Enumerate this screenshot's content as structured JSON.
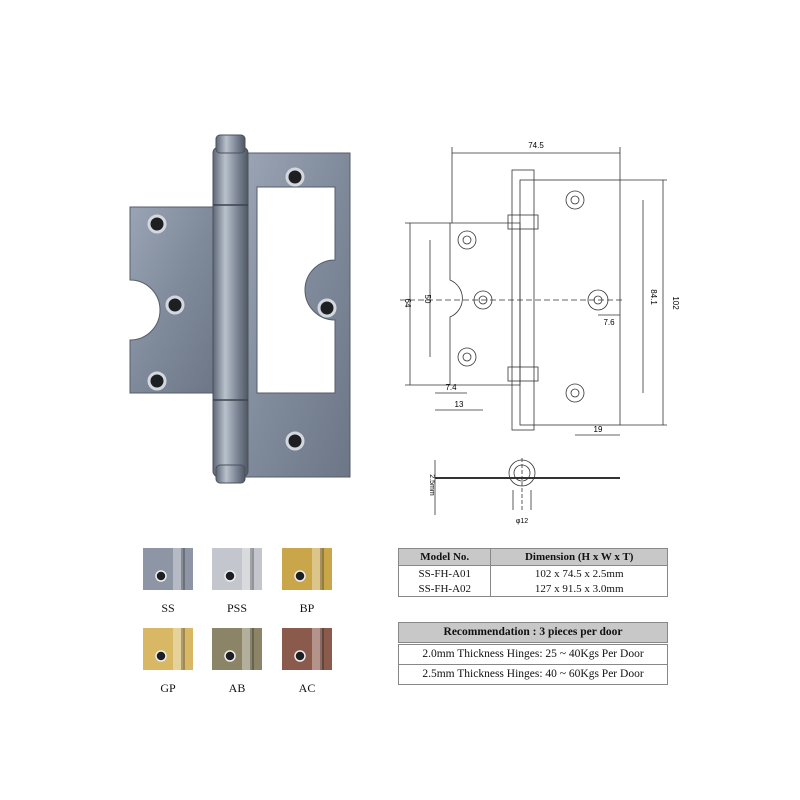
{
  "drawing": {
    "dim_width": "74.5",
    "dim_height_outer": "102",
    "dim_height_inner": "84.1",
    "dim_left_height": "64",
    "dim_left_inner": "50",
    "dim_7_6": "7.6",
    "dim_7_4": "7.4",
    "dim_13": "13",
    "dim_19": "19",
    "dim_thickness": "2.5mm",
    "dim_pin": "φ12"
  },
  "finishes": [
    {
      "code": "SS",
      "color": "#8e96a6"
    },
    {
      "code": "PSS",
      "color": "#c3c6cc"
    },
    {
      "code": "BP",
      "color": "#c9a64a"
    },
    {
      "code": "GP",
      "color": "#d8b865"
    },
    {
      "code": "AB",
      "color": "#8c8466"
    },
    {
      "code": "AC",
      "color": "#8a5a4c"
    }
  ],
  "specs": {
    "headers": [
      "Model No.",
      "Dimension (H x W x T)"
    ],
    "rows": [
      [
        "SS-FH-A01",
        "102 x 74.5 x 2.5mm"
      ],
      [
        "SS-FH-A02",
        "127 x 91.5 x 3.0mm"
      ]
    ]
  },
  "recommendation": {
    "title": "Recommendation : 3 pieces per door",
    "lines": [
      "2.0mm Thickness Hinges: 25 ~ 40Kgs Per Door",
      "2.5mm Thickness Hinges: 40 ~ 60Kgs Per Door"
    ]
  }
}
